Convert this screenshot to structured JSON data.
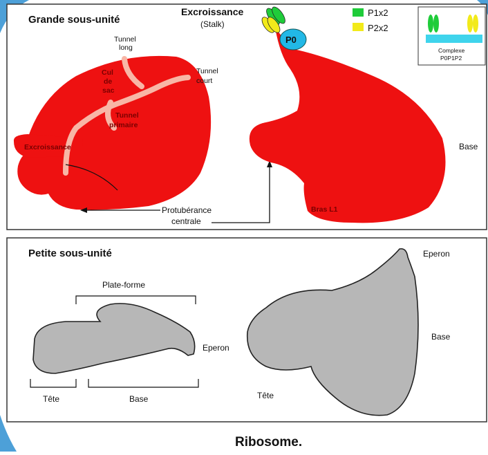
{
  "top_panel": {
    "title": "Grande sous-unité",
    "labels": {
      "stalk_title": "Excroissance",
      "stalk_sub": "(Stalk)",
      "tunnel_long_1": "Tunnel",
      "tunnel_long_2": "long",
      "tunnel_court_1": "Tunnel",
      "tunnel_court_2": "court",
      "cul_1": "Cul",
      "cul_2": "de",
      "cul_3": "sac",
      "tunnel_prim_1": "Tunnel",
      "tunnel_prim_2": "primaire",
      "excroissance_left": "Excroissance",
      "protuberance_1": "Protubérance",
      "protuberance_2": "centrale",
      "p0": "P0",
      "base": "Base",
      "bras_l1": "Bras L1"
    },
    "legend": {
      "p1": "P1x2",
      "p2": "P2x2"
    },
    "inset": {
      "label_1": "Complexe",
      "label_2": "P0P1P2"
    }
  },
  "bottom_panel": {
    "title": "Petite sous-unité",
    "labels": {
      "plate_forme": "Plate-forme",
      "eperon_left": "Eperon",
      "tete_left": "Tête",
      "base_left": "Base",
      "eperon_right": "Eperon",
      "base_right": "Base",
      "tete_right": "Tête"
    }
  },
  "caption": "Ribosome.",
  "colors": {
    "large_subunit": "#ee1111",
    "small_subunit": "#b7b7b7",
    "p0": "#22b8e6",
    "p1": "#1fcc3a",
    "p2": "#f2ea1a",
    "inset_base": "#3fd4ec",
    "tunnel": "#f8b6a6",
    "frame": "#4da0d8"
  }
}
